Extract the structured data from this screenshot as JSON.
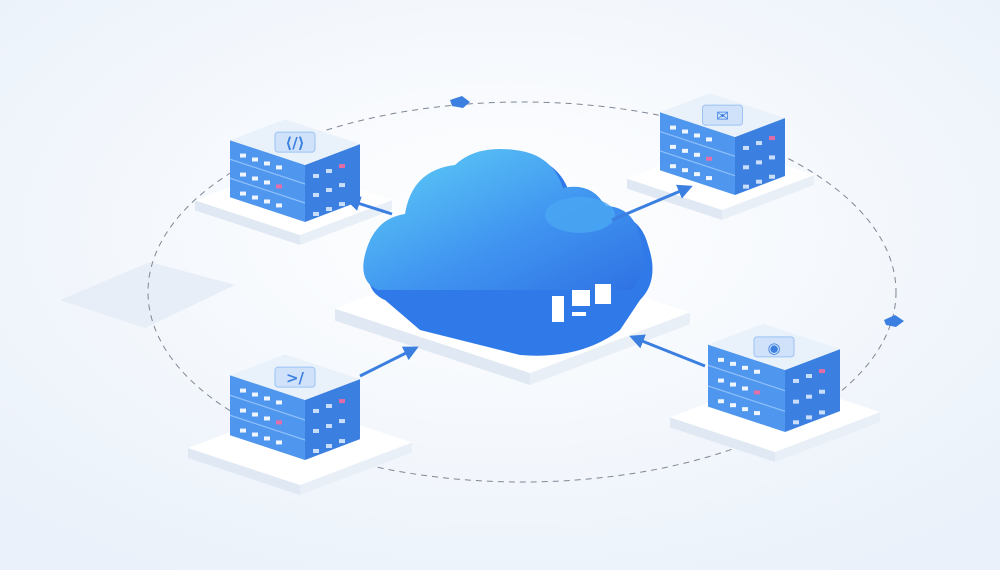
{
  "illustration": {
    "subject": "cloud-network",
    "colors": {
      "background": "#f3f7fc",
      "platform_top": "#ffffff",
      "platform_side": "#dfe8f3",
      "server_front": "#4f96ee",
      "server_side": "#3b7fe0",
      "server_top": "#e9f1fb",
      "cloud_light": "#5cc4f5",
      "cloud_dark": "#2f7ae8",
      "arrow": "#3b7fe0",
      "orbit": "#7e8796"
    },
    "servers": [
      {
        "name": "server-top-left",
        "icon": "code-icon",
        "arrow_direction": "from-cloud"
      },
      {
        "name": "server-top-right",
        "icon": "mail-icon",
        "arrow_direction": "from-cloud"
      },
      {
        "name": "server-bottom-left",
        "icon": "terminal-icon",
        "arrow_direction": "to-cloud"
      },
      {
        "name": "server-bottom-right",
        "icon": "chat-icon",
        "arrow_direction": "to-cloud"
      }
    ]
  }
}
